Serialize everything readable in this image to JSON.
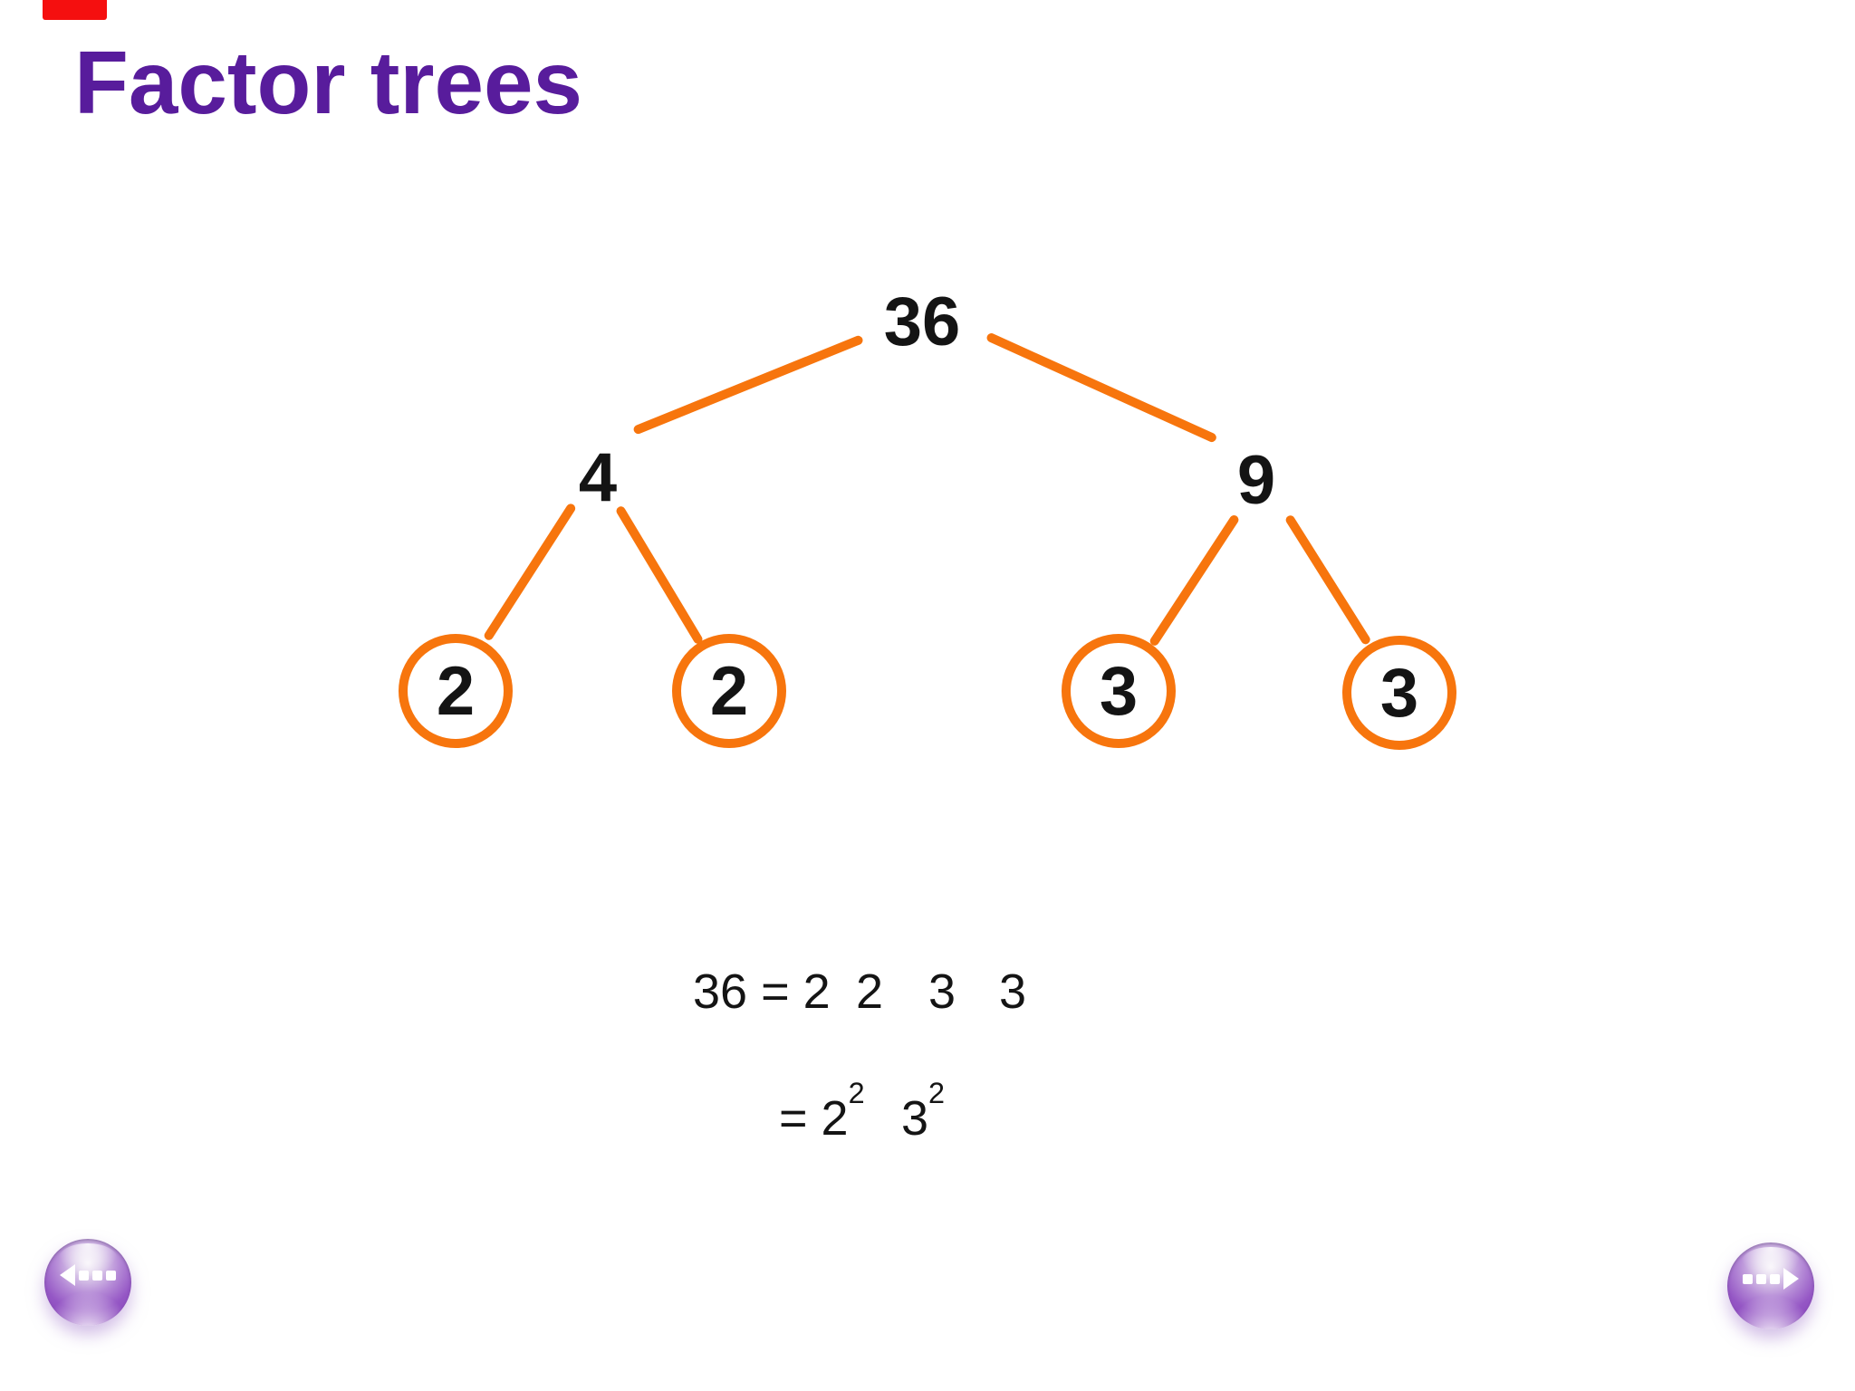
{
  "slide": {
    "title": "Factor trees",
    "colors": {
      "title_purple": "#581c9c",
      "accent_orange": "#f7750d",
      "text_black": "#141414",
      "marker_red": "#f50f0f"
    }
  },
  "tree": {
    "root_label": "36",
    "branch_labels": [
      "4",
      "9"
    ],
    "leaf_labels": [
      "2",
      "2",
      "3",
      "3"
    ]
  },
  "equations": {
    "line1_tokens": [
      "36 = 2",
      "2",
      "3",
      "3"
    ],
    "line2": {
      "lead": "= 2",
      "lead_sup": "2",
      "second": "3",
      "second_sup": "2"
    }
  },
  "nav": {
    "back_icon": "back-arrow-with-dots",
    "forward_icon": "forward-arrow-with-dots"
  }
}
